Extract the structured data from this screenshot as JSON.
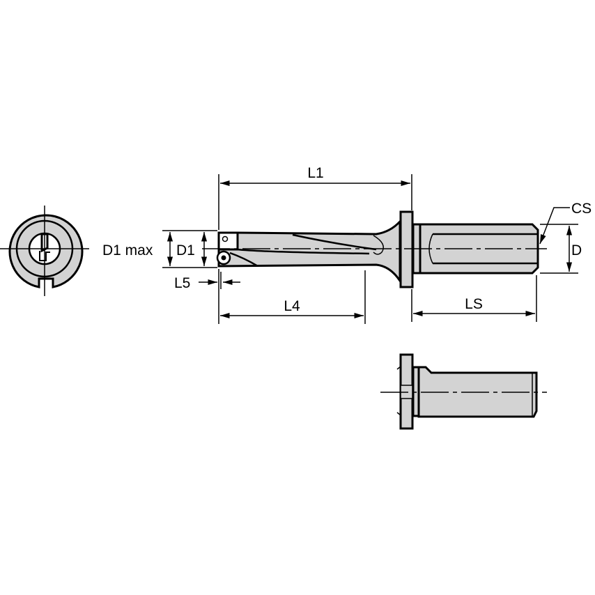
{
  "drawing": {
    "title": "Indexable drill dimension drawing",
    "colors": {
      "body_fill": "#d3d3d3",
      "line": "#000000",
      "background": "#ffffff"
    },
    "views": [
      "end-view",
      "side-view",
      "shank-flat-view"
    ],
    "dimensions": {
      "l1": "L1",
      "l4": "L4",
      "l5": "L5",
      "ls": "LS",
      "d": "D",
      "d1": "D1",
      "d1_max": "D1 max",
      "cs": "CS"
    }
  }
}
